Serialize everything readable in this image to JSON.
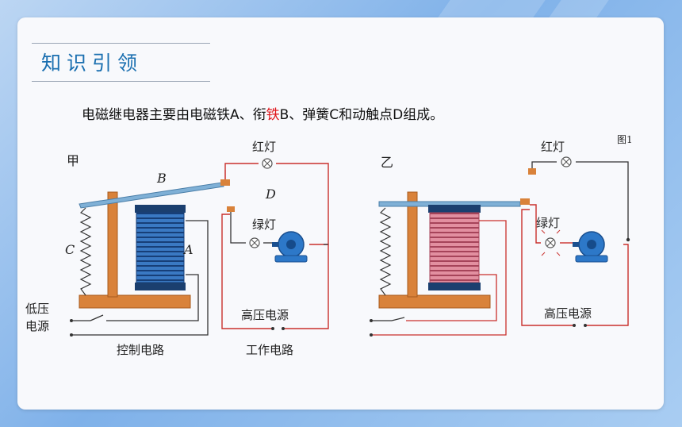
{
  "section": {
    "title": "知识引领"
  },
  "intro": {
    "part1": "电磁继电器主要由电磁铁A、衔",
    "highlight": "铁",
    "part2": "B、弹簧C和动触点D组成。"
  },
  "colors": {
    "accent": "#1a6fb0",
    "highlight": "#e0151b",
    "wire_red": "#c9302c",
    "frame": "#d9823a",
    "coil_blue": "#1b4f8f",
    "coil_pink": "#c6667a"
  },
  "figure": {
    "ref": "图1",
    "left": {
      "label": "甲",
      "B": "B",
      "C": "C",
      "A": "A",
      "D": "D",
      "red_lamp": "红灯",
      "green_lamp": "绿灯",
      "low_voltage_line1": "低压",
      "low_voltage_line2": "电源",
      "control_circuit": "控制电路",
      "high_voltage": "高压电源",
      "work_circuit": "工作电路"
    },
    "right": {
      "label": "乙",
      "red_lamp": "红灯",
      "green_lamp": "绿灯",
      "high_voltage": "高压电源"
    }
  }
}
